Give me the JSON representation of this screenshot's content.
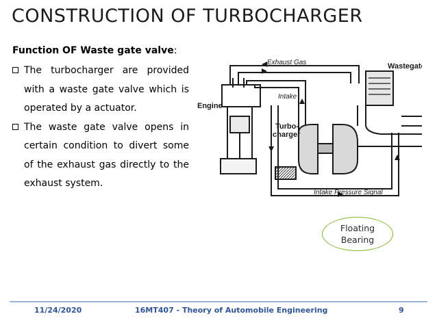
{
  "slide": {
    "title": "CONSTRUCTION OF TURBOCHARGER",
    "heading": "Function OF Waste gate valve",
    "heading_colon": ":",
    "bullets": [
      "The turbocharger are provided with a waste gate valve which is operated by a actuator.",
      "The waste gate valve opens in certain condition to divert some of the exhaust gas directly to the exhaust system."
    ]
  },
  "diagram": {
    "labels": {
      "exhaust_gas": "Exhaust Gas",
      "wastegate": "Wastegate",
      "intake": "Intake",
      "engine": "Engine",
      "turbo_line1": "Turbo-",
      "turbo_line2": "charger",
      "intake_pressure": "Intake Pressure Signal"
    }
  },
  "callout": {
    "line1": "Floating",
    "line2": "Bearing"
  },
  "footer": {
    "date": "11/24/2020",
    "course": "16MT407 - Theory of Automobile Engineering",
    "page": "9"
  }
}
